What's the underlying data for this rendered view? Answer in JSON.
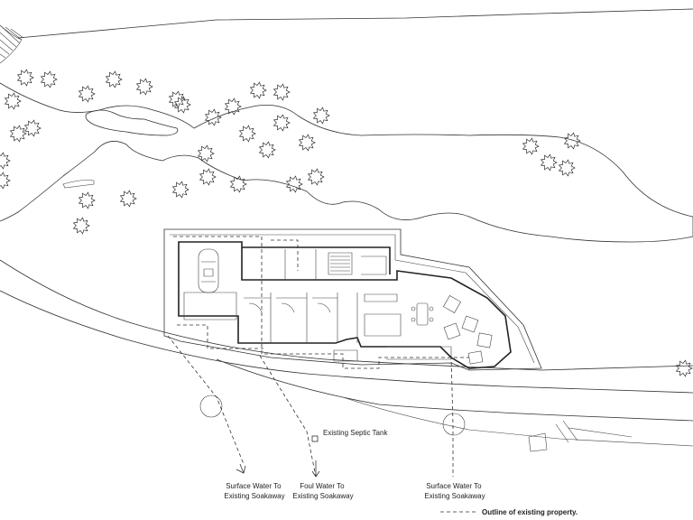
{
  "labels": {
    "septic_tank": "Existing Septic Tank",
    "surface_water_left": [
      "Surface Water To",
      "Existing Soakaway"
    ],
    "foul_water": [
      "Foul Water To",
      "Existing Soakaway"
    ],
    "surface_water_right": [
      "Surface Water To",
      "Existing Soakaway"
    ]
  },
  "legend": {
    "outline_label": "Outline of existing property."
  }
}
